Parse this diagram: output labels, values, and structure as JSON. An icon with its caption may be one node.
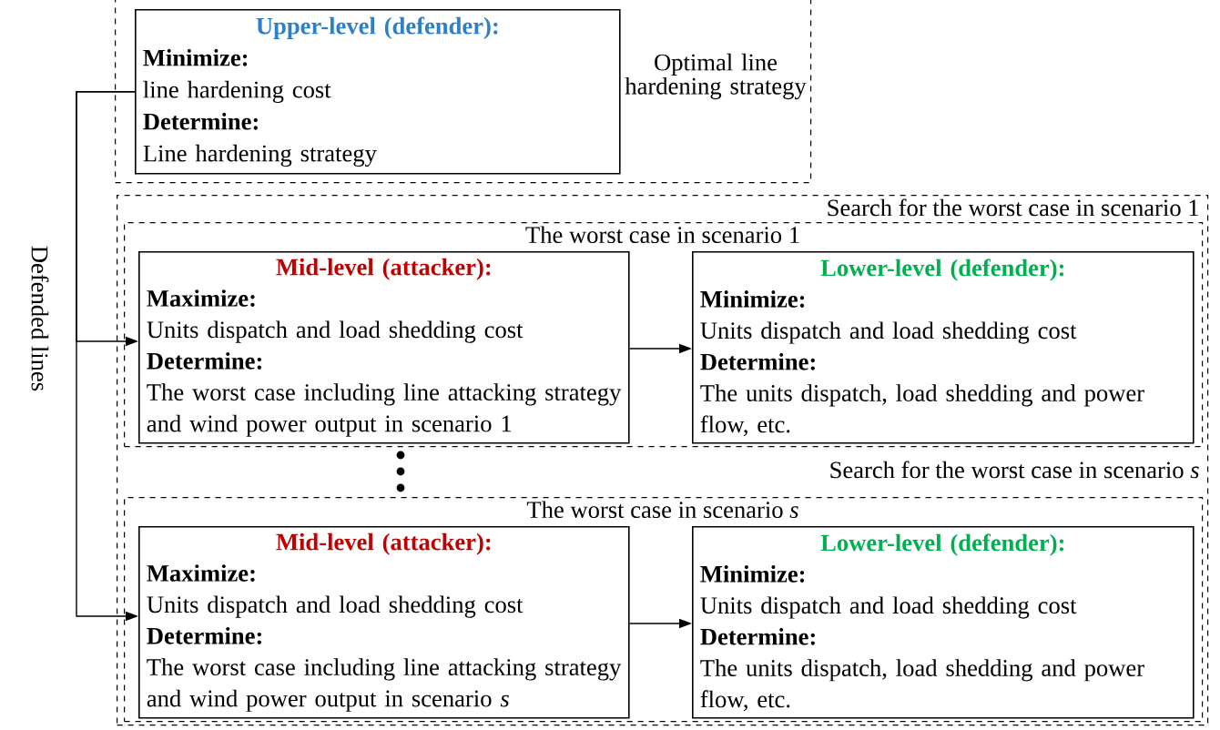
{
  "diagram": {
    "nodes": [
      {
        "text": [
          "Optimal line hardening strategy"
        ]
      },
      {
        "text": [
          "Upper-level (defender):",
          "Minimize:",
          "line hardening cost",
          "Determine:",
          "Line hardening strategy"
        ],
        "in": 0
      },
      {
        "text": [
          "Search for the worst case in scenario 1",
          "Search for the worst case in scenario *s*"
        ]
      },
      {
        "text": [
          "The worst case in scenario 1"
        ],
        "in": 2
      },
      {
        "text": [
          "Mid-level (attacker):",
          "Maximize:",
          "Units dispatch and load shedding cost",
          "Determine:",
          "The worst case including line attacking strategy and wind power output in scenario 1"
        ],
        "in": 3
      },
      {
        "text": [
          "Lower-level (defender):",
          "Minimize:",
          "Units dispatch and load shedding cost",
          "Determine:",
          "The units dispatch, load shedding and power flow, etc."
        ],
        "in": 3
      },
      {
        "text": [
          "The worst case in scenario *s*"
        ],
        "in": 2
      },
      {
        "text": [
          "Mid-level (attacker):",
          "Maximize:",
          "Units dispatch and load shedding cost",
          "Determine:",
          "The worst case including line attacking strategy and wind power output in scenario *s*"
        ],
        "in": 6
      },
      {
        "text": [
          "Lower-level (defender):",
          "Minimize:",
          "Units dispatch and load shedding cost",
          "Determine:",
          "The units dispatch, load shedding and power flow, etc."
        ],
        "in": 6
      }
    ],
    "edges": [
      {
        "from": 1,
        "to": 4,
        "arrow": "to"
      },
      {
        "from": 1,
        "to": 7,
        "arrow": "to"
      },
      {
        "from": 4,
        "to": 5,
        "arrow": "to"
      },
      {
        "from": 7,
        "to": 8,
        "arrow": "to"
      }
    ],
    "labels": [
      "Defended lines"
    ]
  }
}
